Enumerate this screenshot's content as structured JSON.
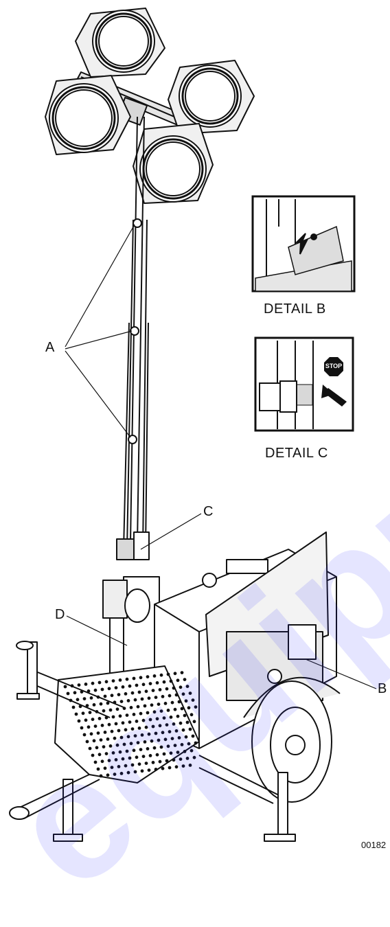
{
  "callouts": {
    "a": "A",
    "b": "B",
    "c": "C",
    "d": "D"
  },
  "details": {
    "b_caption": "DETAIL B",
    "c_caption": "DETAIL C",
    "stop_sign_text": "STOP"
  },
  "figure_number": "00182",
  "watermark_text": "equipment.com",
  "colors": {
    "line": "#111111",
    "gray_fill": "#d8d8d8",
    "light_fill": "#ececec",
    "stop_fill": "#111111",
    "watermark": "#2828ff"
  }
}
